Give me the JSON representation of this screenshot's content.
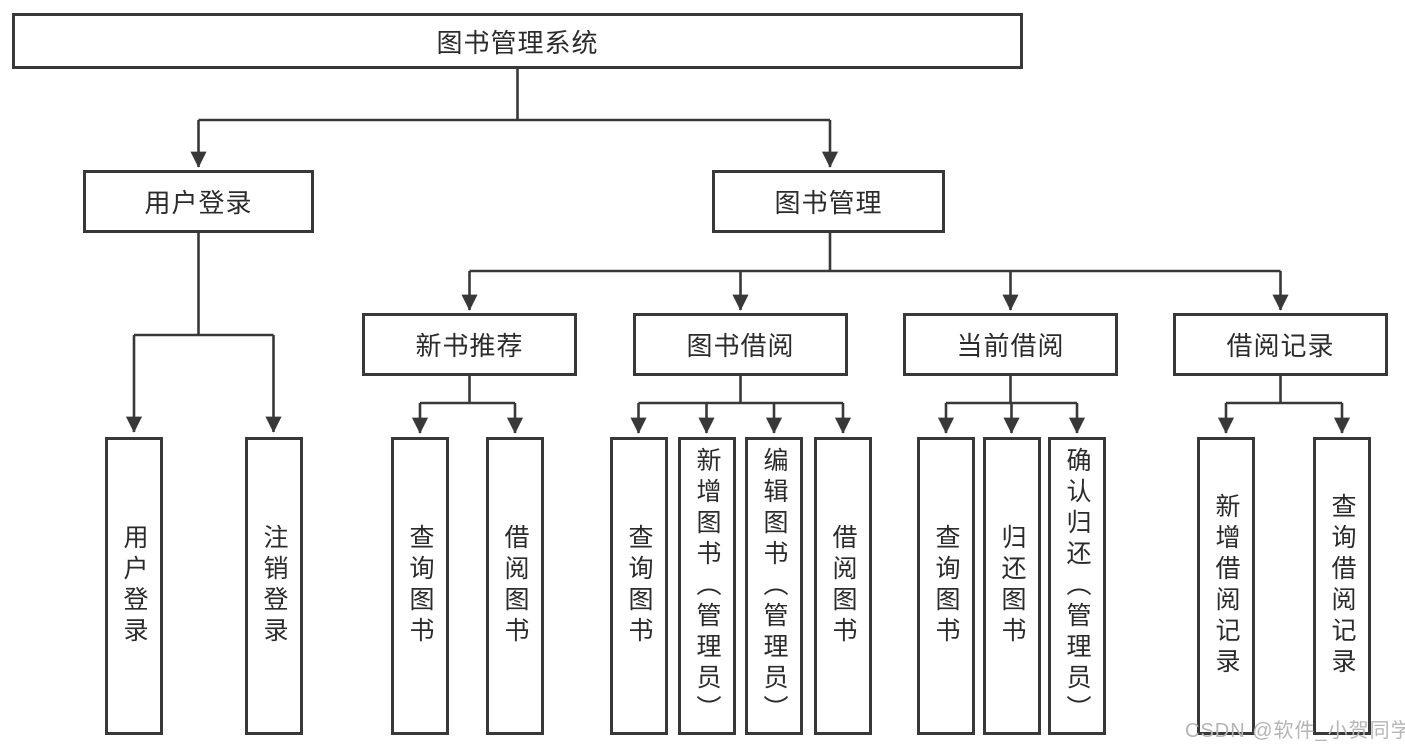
{
  "diagram": {
    "root": {
      "label": "图书管理系统"
    },
    "level2": [
      {
        "label": "用户登录"
      },
      {
        "label": "图书管理"
      }
    ],
    "level3": [
      {
        "label": "新书推荐"
      },
      {
        "label": "图书借阅"
      },
      {
        "label": "当前借阅"
      },
      {
        "label": "借阅记录"
      }
    ],
    "leaves": [
      {
        "label": "用户登录",
        "parent": "用户登录"
      },
      {
        "label": "注销登录",
        "parent": "用户登录"
      },
      {
        "label": "查询图书",
        "parent": "新书推荐"
      },
      {
        "label": "借阅图书",
        "parent": "新书推荐"
      },
      {
        "label": "查询图书",
        "parent": "图书借阅"
      },
      {
        "label": "新增图书（管理员）",
        "parent": "图书借阅"
      },
      {
        "label": "编辑图书（管理员）",
        "parent": "图书借阅"
      },
      {
        "label": "借阅图书",
        "parent": "图书借阅"
      },
      {
        "label": "查询图书",
        "parent": "当前借阅"
      },
      {
        "label": "归还图书",
        "parent": "当前借阅"
      },
      {
        "label": "确认归还（管理员）",
        "parent": "当前借阅"
      },
      {
        "label": "新增借阅记录",
        "parent": "借阅记录"
      },
      {
        "label": "查询借阅记录",
        "parent": "借阅记录"
      }
    ]
  },
  "watermark": "CSDN @软件_小贺同学",
  "colors": {
    "line": "#383838",
    "box_border": "#383838",
    "text": "#2b2b2b",
    "watermark": "#b5b5b5",
    "background": "#ffffff"
  }
}
